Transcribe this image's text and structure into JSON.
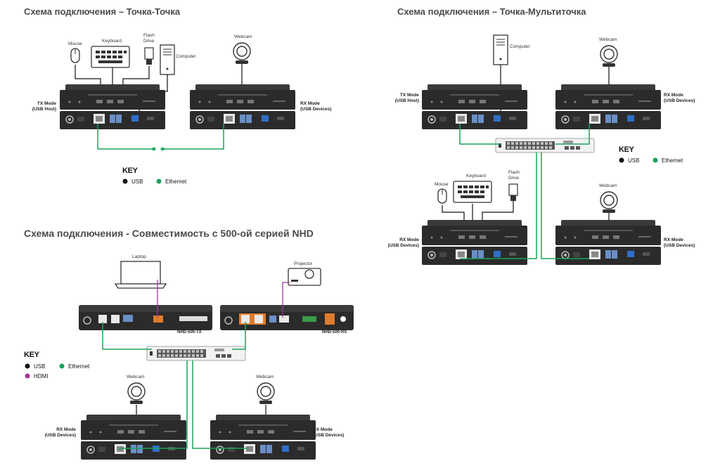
{
  "titles": {
    "p2p": "Схема подключения – Точка-Точка",
    "p2mp": "Схема подключения – Точка-Мультиточка",
    "compat": "Схема подключения - Совместимость с 500-ой серией NHD"
  },
  "labels": {
    "mouse": "Mouse",
    "keyboard": "Keyboard",
    "flash1": "Flash",
    "flash2": "Drive",
    "computer": "Computer",
    "webcam": "Webcam",
    "laptop": "Laptop",
    "projector": "Projector"
  },
  "modes": {
    "tx1": "TX Mode",
    "tx2": "(USB Host)",
    "rx1": "RX Mode",
    "rx2": "(USB Devices)"
  },
  "models": {
    "nhd_tx": "NHD-500-TX",
    "nhd_rx": "NHD-500-RX"
  },
  "key": {
    "title": "KEY",
    "usb": "USB",
    "ethernet": "Ethernet",
    "hdmi": "HDMI"
  },
  "colors": {
    "usb": "#111111",
    "ethernet": "#1aa35a",
    "hdmi": "#a0379a",
    "device": "#2b2b2b"
  }
}
